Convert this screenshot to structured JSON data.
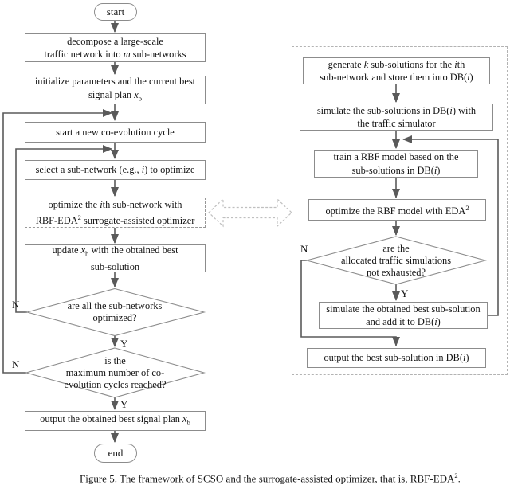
{
  "theme": {
    "line": "#5a5a5a",
    "border": "#8c8c8c",
    "dash-border": "#979797",
    "container-dash": "#b3b3b3",
    "double-arrow": "#bfbfbf",
    "text": "#141414",
    "bg": "#ffffff"
  },
  "left": {
    "start_label": "start",
    "decompose": {
      "line1": "decompose a large-scale",
      "line2a": "traffic network into ",
      "m": "m",
      "line2b": " sub-networks"
    },
    "initialize": {
      "line1": "initialize parameters and the current best",
      "line2a": "signal plan ",
      "x": "x",
      "b": "b"
    },
    "new_cycle": "start a new co-evolution cycle",
    "select": {
      "a": "select a sub-network (e.g., ",
      "i": "i",
      "b": ") to optimize"
    },
    "optimize": {
      "l1a": "optimize the ",
      "i": "i",
      "l1b": "th sub-network with",
      "l2a": "RBF-EDA",
      "sup": "2",
      "l2b": " surrogate-assisted optimizer"
    },
    "update": {
      "a": "update ",
      "x": "x",
      "b": "b",
      "c": " with the obtained best",
      "line2": "sub-solution"
    },
    "decision_all": {
      "line1": "are all the sub-networks",
      "line2": "optimized?"
    },
    "decision_max": {
      "line1": "is the",
      "line2": "maximum number of co-",
      "line3": "evolution cycles reached?"
    },
    "output": {
      "a": "output the obtained best signal plan ",
      "x": "x",
      "b": "b"
    },
    "end_label": "end",
    "n1": "N",
    "y1": "Y",
    "n2": "N",
    "y2": "Y"
  },
  "right": {
    "generate": {
      "l1a": "generate ",
      "k": "k",
      "l1b": " sub-solutions for the ",
      "i": "i",
      "l1c": "th",
      "l2a": "sub-network and store them into DB(",
      "i2": "i",
      "l2b": ")"
    },
    "simulate_db": {
      "l1a": "simulate the sub-solutions in DB(",
      "i": "i",
      "l1b": ") with",
      "l2": "the traffic simulator"
    },
    "train": {
      "l1": "train a RBF model based on the",
      "l2a": "sub-solutions in DB(",
      "i": "i",
      "l2b": ")"
    },
    "optimize_eda": {
      "a": "optimize the RBF model with EDA",
      "sup": "2"
    },
    "decision_sim": {
      "line1": "are the",
      "line2": "allocated traffic simulations",
      "line3": "not exhausted?"
    },
    "simulate_best": {
      "l1": "simulate the obtained best sub-solution",
      "l2a": "and add it to DB(",
      "i": "i",
      "l2b": ")"
    },
    "output_best": {
      "a": "output the best sub-solution in DB(",
      "i": "i",
      "b": ")"
    },
    "n": "N",
    "y": "Y"
  },
  "caption": {
    "a": "Figure 5. The framework of SCSO and the surrogate-assisted optimizer, that is, RBF-EDA",
    "sup": "2",
    "b": "."
  }
}
